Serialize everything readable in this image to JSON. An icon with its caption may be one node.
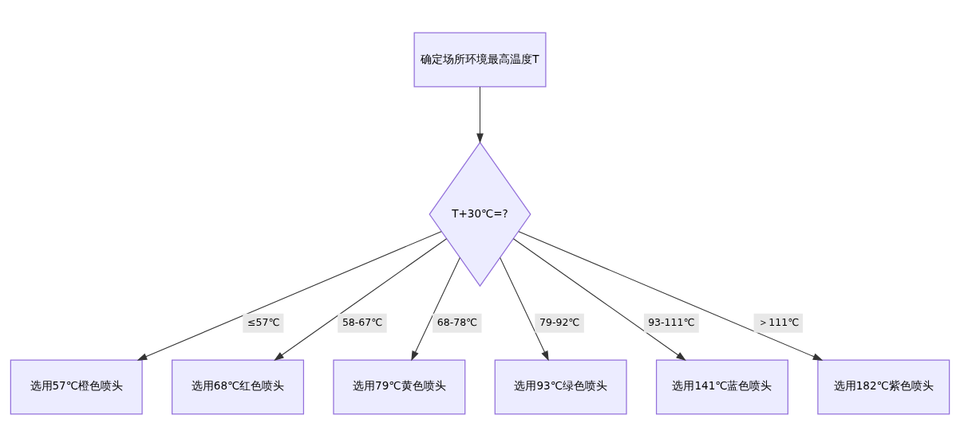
{
  "diagram": {
    "nodes": [
      {
        "text": [
          "确定场所环境最高温度T"
        ]
      },
      {
        "text": [
          "T+30℃=?"
        ]
      },
      {
        "text": [
          "选用57℃橙色喷头"
        ]
      },
      {
        "text": [
          "选用68℃红色喷头"
        ]
      },
      {
        "text": [
          "选用79℃黄色喷头"
        ]
      },
      {
        "text": [
          "选用93℃绿色喷头"
        ]
      },
      {
        "text": [
          "选用141℃蓝色喷头"
        ]
      },
      {
        "text": [
          "选用182℃紫色喷头"
        ]
      }
    ],
    "edges": [
      {
        "from": 0,
        "to": 1,
        "arrow": "to"
      },
      {
        "from": 1,
        "to": 2,
        "arrow": "to",
        "label": "≤57℃"
      },
      {
        "from": 1,
        "to": 3,
        "arrow": "to",
        "label": "58-67℃"
      },
      {
        "from": 1,
        "to": 4,
        "arrow": "to",
        "label": "68-78℃"
      },
      {
        "from": 1,
        "to": 5,
        "arrow": "to",
        "label": "79-92℃"
      },
      {
        "from": 1,
        "to": 6,
        "arrow": "to",
        "label": "93-111℃"
      },
      {
        "from": 1,
        "to": 7,
        "arrow": "to",
        "label": "＞111℃"
      }
    ]
  }
}
